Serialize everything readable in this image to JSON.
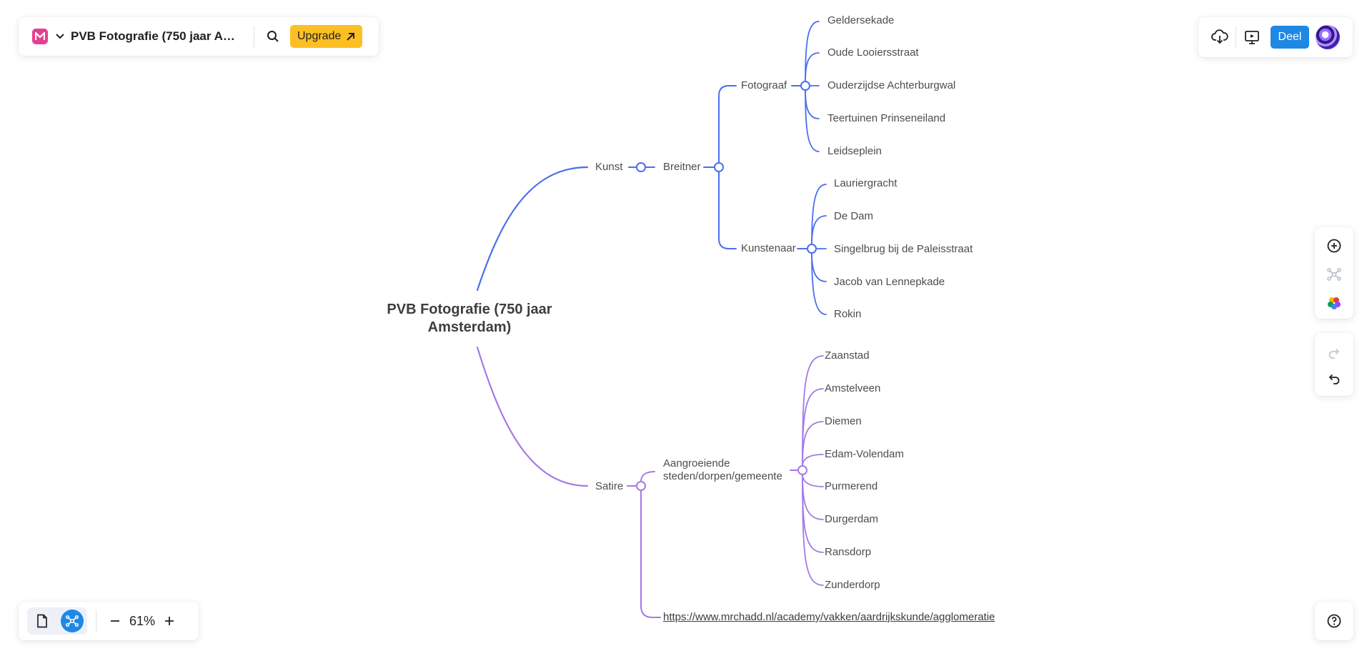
{
  "app": {
    "document_title": "PVB Fotografie (750 jaar Amsterdam)",
    "upgrade_label": "Upgrade",
    "share_label": "Deel",
    "zoom_level": "61%"
  },
  "colors": {
    "brand": "#e5408f",
    "upgrade": "#fcbf24",
    "share": "#1e88e5",
    "branch_kunst": "#4b6ef0",
    "branch_satire": "#a47ae6"
  },
  "icons": {
    "brand": "mindmap-logo-icon",
    "menu": "chevron-down-icon",
    "search": "search-icon",
    "upgrade": "arrow-up-right-icon",
    "download": "cloud-download-icon",
    "present": "presentation-icon",
    "add_topic": "plus-circle-icon",
    "layout": "structure-icon",
    "style": "color-palette-icon",
    "redo": "redo-icon",
    "undo": "undo-icon",
    "help": "help-icon",
    "document_view": "document-icon",
    "mindmap_view": "mindmap-icon",
    "zoom_out": "minus-icon",
    "zoom_in": "plus-icon"
  },
  "mindmap": {
    "root": {
      "line1": "PVB Fotografie (750 jaar",
      "line2": "Amsterdam)"
    },
    "kunst": {
      "label": "Kunst",
      "breitner": {
        "label": "Breitner",
        "fotograaf": {
          "label": "Fotograaf",
          "children": [
            "Geldersekade",
            "Oude Looiersstraat",
            "Ouderzijdse Achterburgwal",
            "Teertuinen Prinseneiland",
            "Leidseplein"
          ]
        },
        "kunstenaar": {
          "label": "Kunstenaar",
          "children": [
            "Lauriergracht",
            "De Dam",
            "Singelbrug bij de Paleisstraat",
            "Jacob van Lennepkade",
            "Rokin"
          ]
        }
      }
    },
    "satire": {
      "label": "Satire",
      "aangroeiende": {
        "line1": "Aangroeiende",
        "line2": "steden/dorpen/gemeente",
        "children": [
          "Zaanstad",
          "Amstelveen",
          "Diemen",
          "Edam-Volendam",
          "Purmerend",
          "Durgerdam",
          "Ransdorp",
          "Zunderdorp"
        ]
      },
      "link": "https://www.mrchadd.nl/academy/vakken/aardrijkskunde/agglomeratie"
    }
  }
}
